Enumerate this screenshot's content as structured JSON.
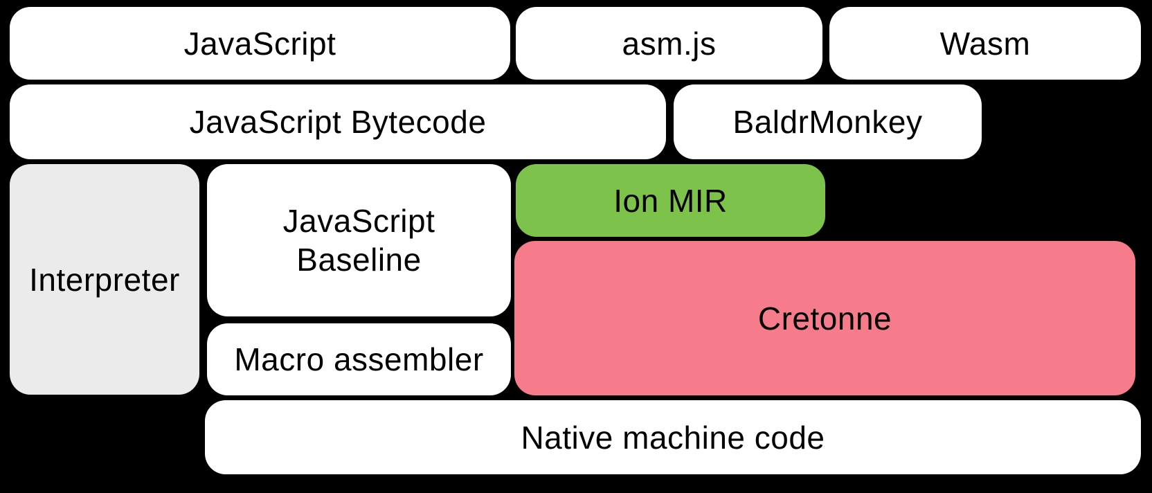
{
  "diagram": {
    "title": "Compiler pipeline diagram",
    "background_color": "#000000",
    "text_color": "#000000",
    "colors": {
      "white_box": "#ffffff",
      "gray_box": "#ebebeb",
      "green_box": "#7dc24a",
      "pink_box": "#f67c8c"
    },
    "nodes": {
      "javascript": {
        "label": "JavaScript",
        "fill": "#ffffff"
      },
      "asmjs": {
        "label": "asm.js",
        "fill": "#ffffff"
      },
      "wasm": {
        "label": "Wasm",
        "fill": "#ffffff"
      },
      "bytecode": {
        "label": "JavaScript Bytecode",
        "fill": "#ffffff"
      },
      "baldrmonkey": {
        "label": "BaldrMonkey",
        "fill": "#ffffff"
      },
      "interpreter": {
        "label": "Interpreter",
        "fill": "#ebebeb"
      },
      "baseline": {
        "label": "JavaScript\nBaseline",
        "fill": "#ffffff"
      },
      "ionmir": {
        "label": "Ion MIR",
        "fill": "#7dc24a"
      },
      "cretonne": {
        "label": "Cretonne",
        "fill": "#f67c8c"
      },
      "macroassembler": {
        "label": "Macro assembler",
        "fill": "#ffffff"
      },
      "nativecode": {
        "label": "Native machine code",
        "fill": "#ffffff"
      }
    }
  }
}
